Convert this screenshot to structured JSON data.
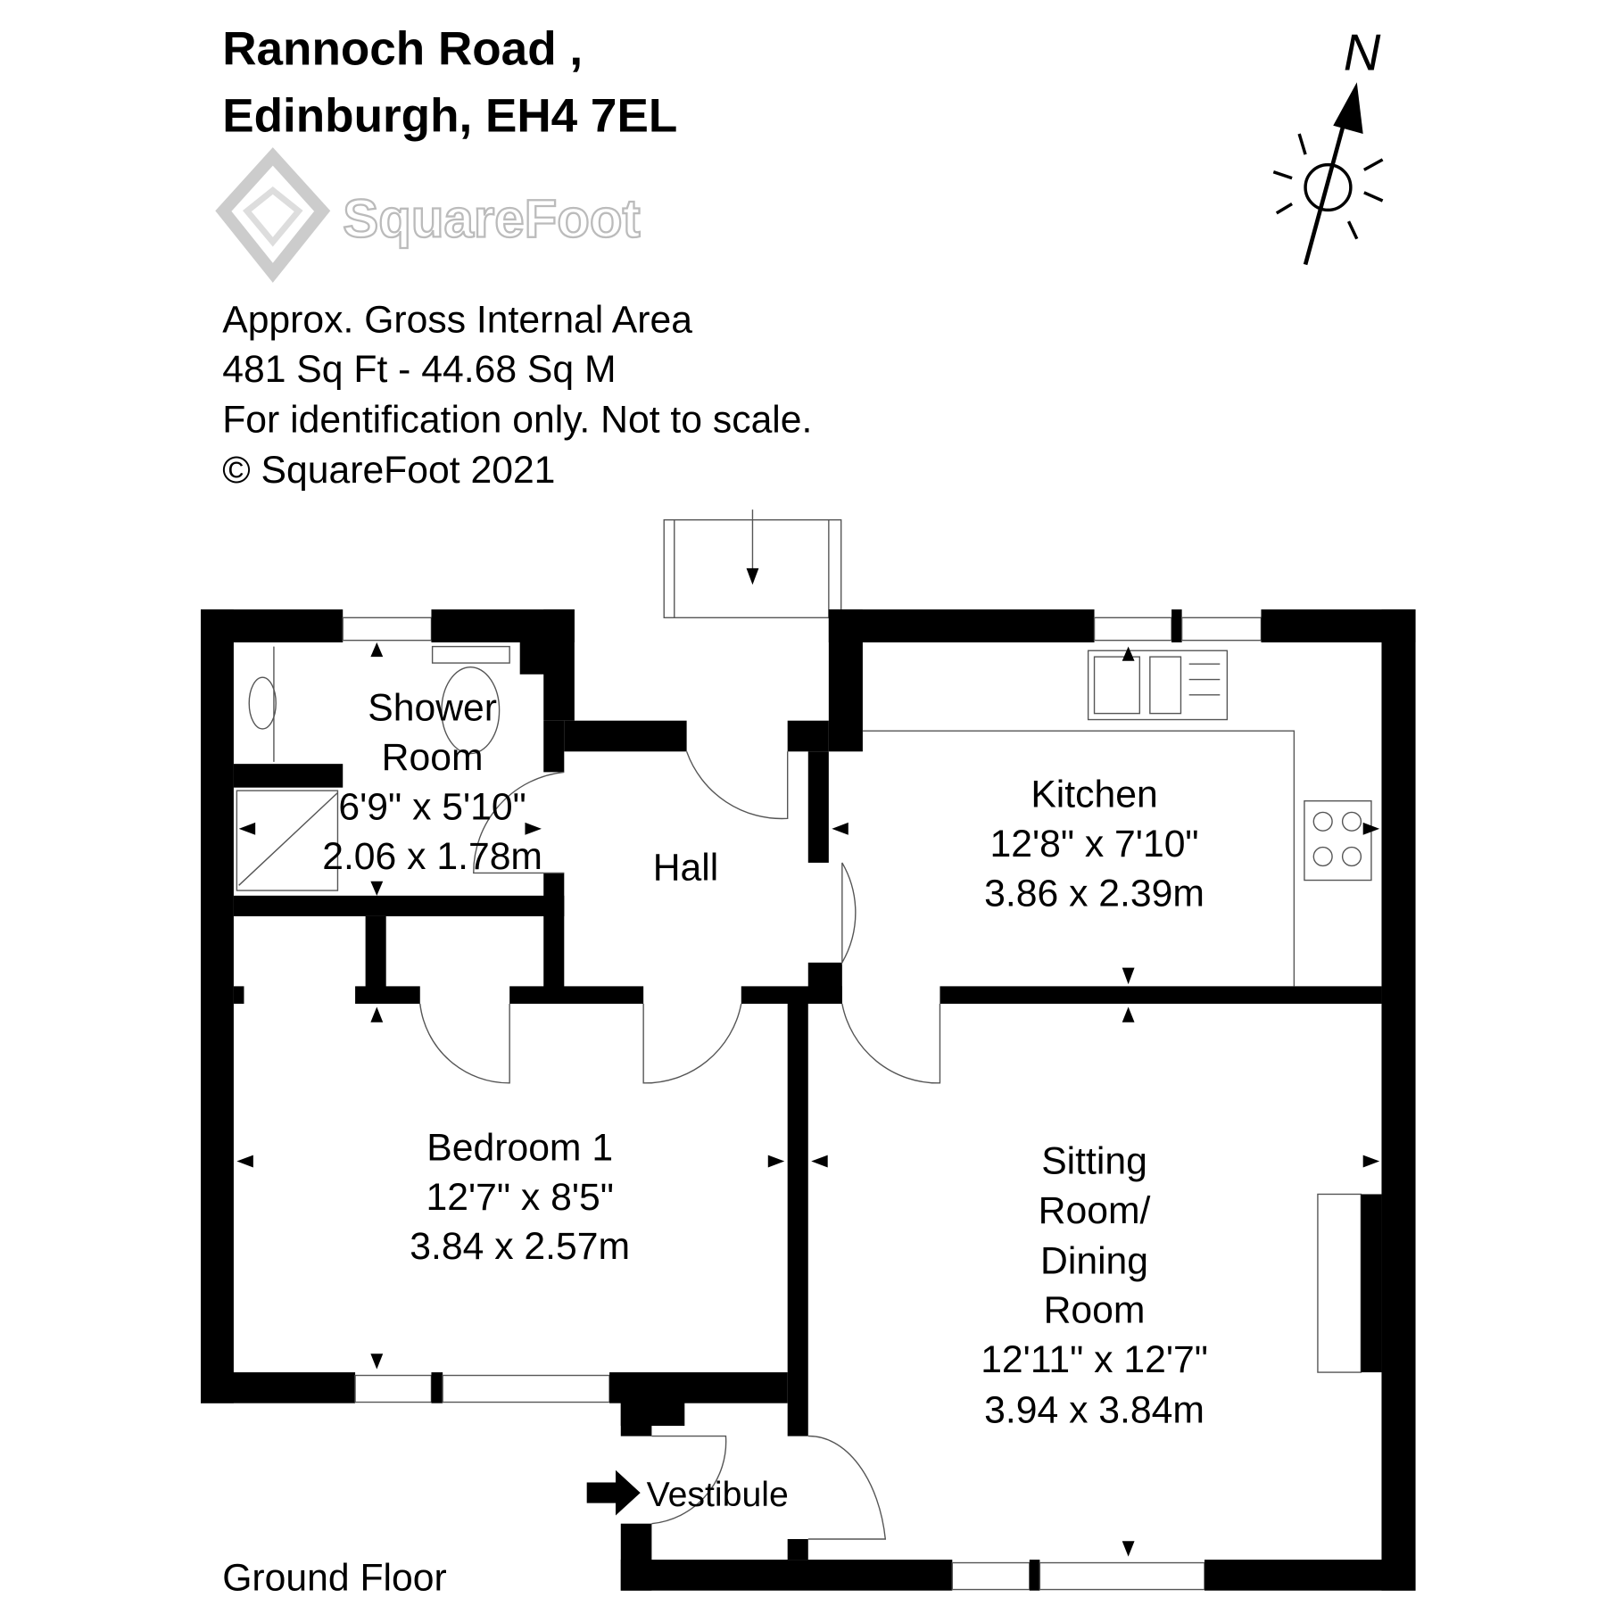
{
  "header": {
    "line1": "Rannoch Road ,",
    "line2": "Edinburgh, EH4 7EL"
  },
  "logo": {
    "text": "SquareFoot"
  },
  "compass": {
    "label": "N"
  },
  "info": {
    "line1": "Approx. Gross Internal Area",
    "line2": "481 Sq Ft  -  44.68 Sq M",
    "line3": "For identification only. Not to scale.",
    "line4": "© SquareFoot 2021"
  },
  "floor_label": "Ground Floor",
  "rooms": {
    "shower": {
      "name1": "Shower",
      "name2": "Room",
      "imperial": "6'9\" x 5'10\"",
      "metric": "2.06 x 1.78m"
    },
    "hall": {
      "name": "Hall"
    },
    "kitchen": {
      "name": "Kitchen",
      "imperial": "12'8\" x 7'10\"",
      "metric": "3.86 x 2.39m"
    },
    "bedroom": {
      "name": "Bedroom 1",
      "imperial": "12'7\" x 8'5\"",
      "metric": "3.84 x 2.57m"
    },
    "sitting": {
      "name1": "Sitting",
      "name2": "Room/",
      "name3": "Dining",
      "name4": "Room",
      "imperial": "12'11\" x 12'7\"",
      "metric": "3.94 x 3.84m"
    },
    "vestibule": {
      "name": "Vestibule"
    }
  }
}
